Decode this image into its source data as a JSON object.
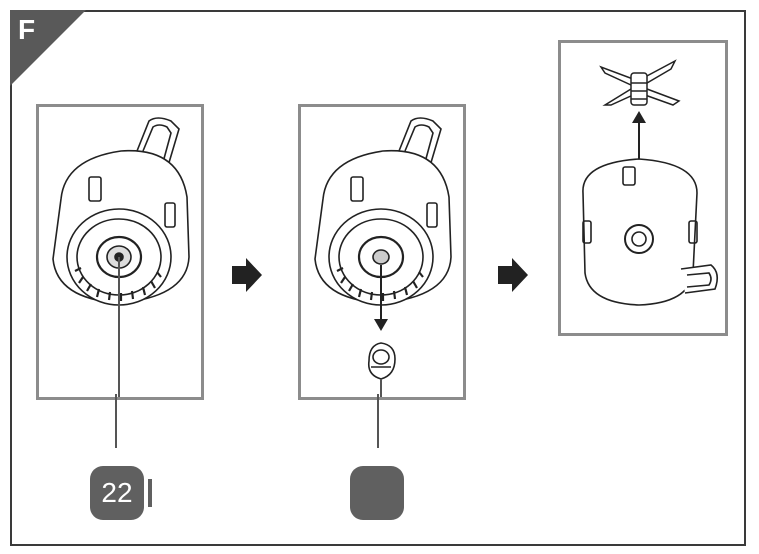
{
  "section_letter": "F",
  "callouts": [
    {
      "label": "22"
    },
    {
      "label": ""
    }
  ],
  "icons": [
    "blender-jar-base",
    "step-arrow",
    "blade-nut",
    "blade-assembly"
  ],
  "colors": {
    "frame": "#3a3a3a",
    "panel_border": "#8c8c8c",
    "badge": "#606060",
    "corner": "#595959"
  }
}
